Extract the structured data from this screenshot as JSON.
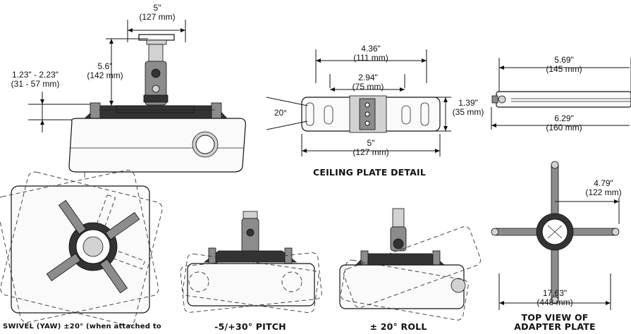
{
  "side_view": {
    "width_in": "5\"",
    "width_mm": "(127 mm)",
    "height_in": "5.6\"",
    "height_mm": "(142 mm)",
    "drop_in": "1.23\" - 2.23\"",
    "drop_mm": "(31 - 57 mm)"
  },
  "ceiling_plate": {
    "top_in": "4.36\"",
    "top_mm": "(111 mm)",
    "inner_in": "2.94\"",
    "inner_mm": "(75 mm)",
    "height_in": "1.39\"",
    "height_mm": "(35 mm)",
    "angle": "20°",
    "bottom_in": "5\"",
    "bottom_mm": "(127 mm)",
    "caption": "CEILING PLATE DETAIL"
  },
  "side_plate": {
    "top_in": "5.69\"",
    "top_mm": "(145 mm)",
    "bottom_in": "6.29\"",
    "bottom_mm": "(160 mm)"
  },
  "adapter_plate": {
    "arm_in": "4.79\"",
    "arm_mm": "(122 mm)",
    "span_in": "17.63\"",
    "span_mm": "(448 mm)",
    "caption_line1": "TOP VIEW OF",
    "caption_line2": "ADAPTER PLATE"
  },
  "swivel": {
    "caption": "SWIVEL (YAW) ±20° (when attached to"
  },
  "pitch": {
    "caption": "-5/+30° PITCH"
  },
  "roll": {
    "caption": "± 20° ROLL"
  }
}
